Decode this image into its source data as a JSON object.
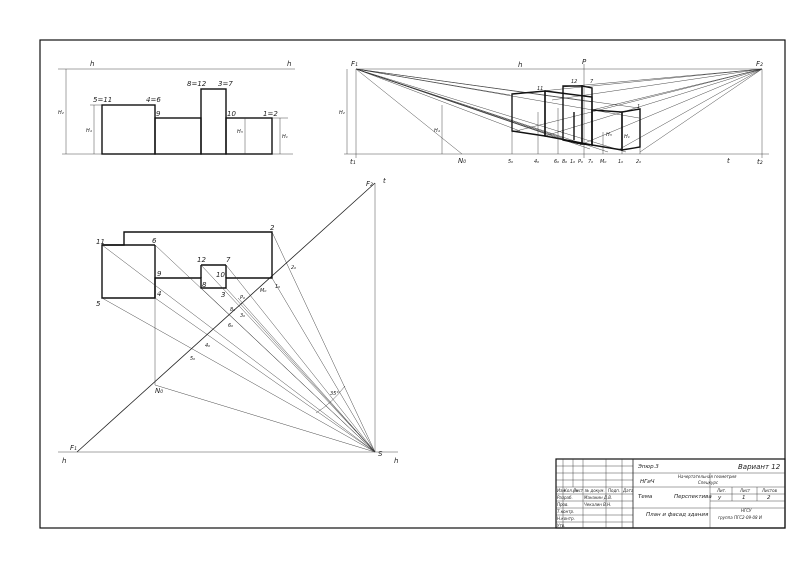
{
  "elevation": {
    "line_h_left": "h",
    "line_h_right": "h",
    "dims": [
      "H₂",
      "H₄",
      "H₃",
      "H₁"
    ],
    "point_labels": [
      "5=11",
      "4=6",
      "8=12",
      "3=7",
      "9",
      "10",
      "1=2"
    ]
  },
  "perspective": {
    "labels": [
      "F₁",
      "F₂",
      "P",
      "h",
      "t₁",
      "t₂",
      "t",
      "N₀",
      "H₂",
      "H₄",
      "H₃",
      "H₁"
    ],
    "base_labels": [
      "5₀",
      "4₀",
      "6₀",
      "8₀",
      "1₀",
      "P₀",
      "7₀",
      "M₀",
      "1₀",
      "2₀"
    ],
    "top_labels": [
      "11",
      "12",
      "7",
      "1"
    ]
  },
  "plan": {
    "labels": [
      "11",
      "6",
      "9",
      "5",
      "4",
      "12",
      "7",
      "10",
      "8",
      "3",
      "2",
      "1₀",
      "2₀",
      "P₀",
      "M₀",
      "8₀",
      "3₀",
      "6₀",
      "4₀",
      "5₀",
      "N₀",
      "F₁",
      "F₂",
      "t",
      "S",
      "h",
      "h"
    ],
    "angle_label": "35°"
  },
  "title_block": {
    "epure": "Эпюр.3",
    "variant": "Вариант 12",
    "org": "НГиЧ",
    "subject_line1": "Начертательная геометрия",
    "subject_line2": "Спецкурс",
    "tema_label": "Тема",
    "tema": "Перспектива",
    "drawing_name": "План и фасад здания",
    "col_headers": [
      "Изм.",
      "Кол.уч",
      "Лист",
      "№ докум.",
      "Подп.",
      "Дата"
    ],
    "roles": [
      "Разраб.",
      "Пров.",
      "Т.контр.",
      "",
      "Н.контр.",
      "Утв."
    ],
    "names": [
      "Манакин Д.В.",
      "Чекалин В.Н."
    ],
    "lit_header": "Лит.",
    "sheet_header": "Лист",
    "sheets_header": "Листов",
    "lit_value": "у",
    "sheet_value": "1",
    "sheets_value": "2",
    "university": "НГСУ",
    "group": "группа ПГС2-09-08 И"
  }
}
